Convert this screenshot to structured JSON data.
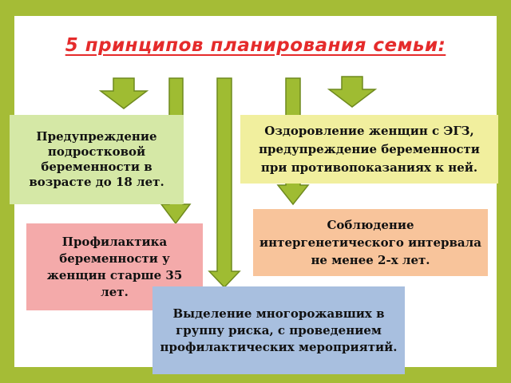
{
  "title": "5 принципов планирования семьи:",
  "boxes": [
    {
      "text": "Предупреждение подростковой беременности в возрасте до 18 лет."
    },
    {
      "text": "Оздоровление женщин с ЭГЗ, предупреждение беременности при противопоказаниях к ней."
    },
    {
      "text": "Соблюдение интергенетического интервала не менее 2-х лет."
    },
    {
      "text": "Профилактика беременности у женщин старше 35 лет."
    },
    {
      "text": "Выделение многорожавших в группу риска, с проведением профилактических мероприятий."
    }
  ],
  "colors": {
    "frame": "#a5bc36",
    "arrow_fill": "#9fbc32",
    "arrow_stroke": "#6f8a1e",
    "title": "#e52b2b",
    "box_green": "#d5e8a6",
    "box_yellow": "#f1ef9e",
    "box_orange": "#f8c49b",
    "box_pink": "#f4aaaa",
    "box_blue": "#a8bfdf"
  }
}
